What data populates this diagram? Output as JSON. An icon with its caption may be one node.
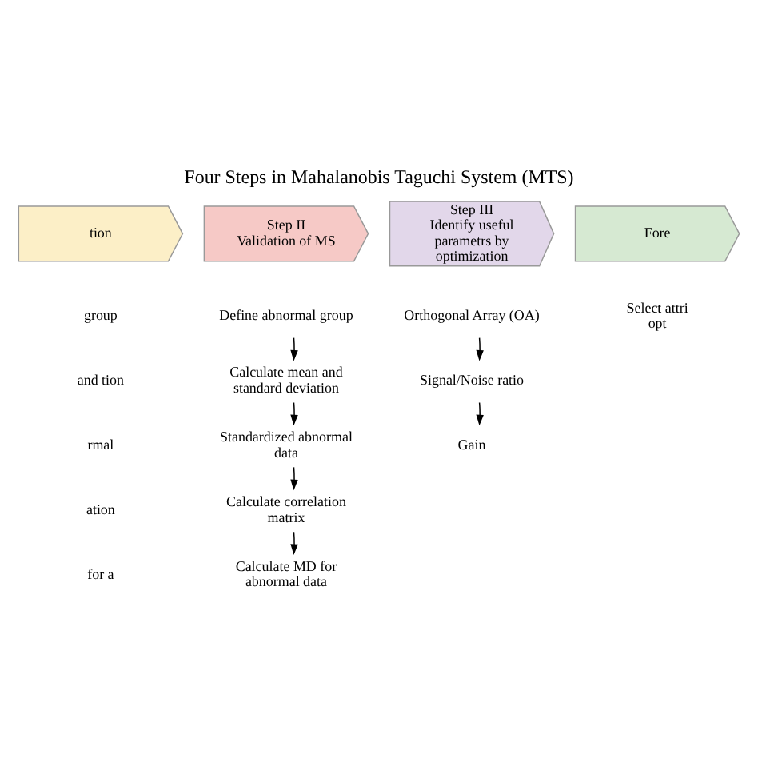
{
  "diagram": {
    "title": "Four Steps in Mahalanobis Taguchi System (MTS)",
    "nodes": [
      {
        "text": [
          "tion"
        ]
      },
      {
        "text": [
          "Step II",
          "Validation of MS"
        ]
      },
      {
        "text": [
          "Step III",
          "Identify useful parametrs by optimization"
        ]
      },
      {
        "text": [
          "Fore"
        ]
      },
      {
        "text": [
          "Define abnormal group"
        ]
      },
      {
        "text": [
          "Calculate mean and standard deviation"
        ]
      },
      {
        "text": [
          "Standardized abnormal data"
        ]
      },
      {
        "text": [
          "Calculate correlation matrix"
        ]
      },
      {
        "text": [
          "Calculate MD for abnormal data"
        ]
      },
      {
        "text": [
          "Orthogonal Array (OA)"
        ]
      },
      {
        "text": [
          "Signal/Noise ratio"
        ]
      },
      {
        "text": [
          "Gain"
        ]
      }
    ],
    "edges": [
      {
        "from": 4,
        "to": 5,
        "arrow": "to"
      },
      {
        "from": 5,
        "to": 6,
        "arrow": "to"
      },
      {
        "from": 6,
        "to": 7,
        "arrow": "to"
      },
      {
        "from": 7,
        "to": 8,
        "arrow": "to"
      },
      {
        "from": 9,
        "to": 10,
        "arrow": "to"
      },
      {
        "from": 10,
        "to": 11,
        "arrow": "to"
      }
    ],
    "labels": [
      "group",
      "and tion",
      "rmal",
      "ation",
      "for a",
      "Select attri opt"
    ]
  }
}
